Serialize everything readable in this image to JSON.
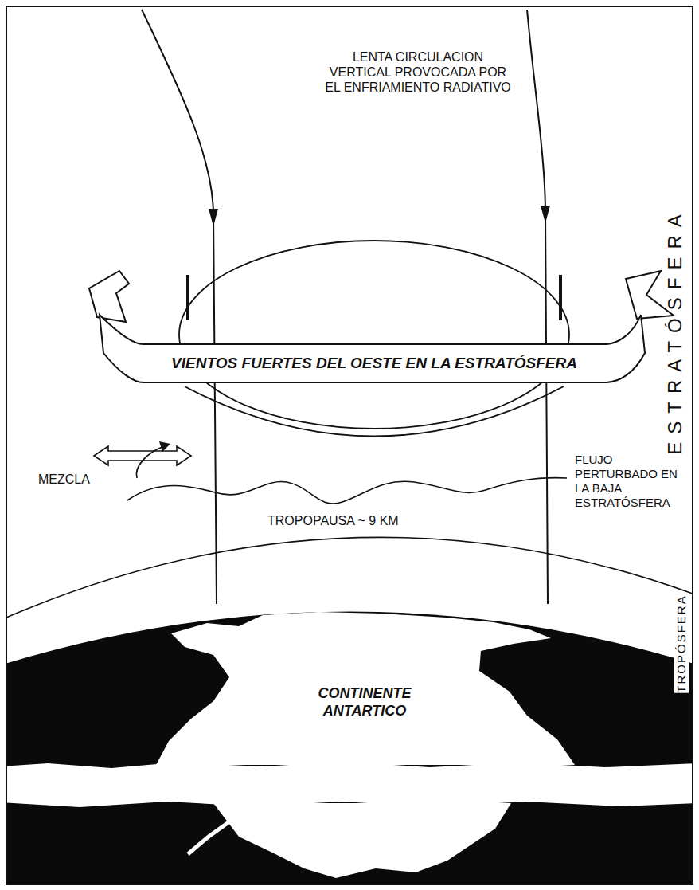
{
  "diagram": {
    "nodes": [
      {
        "text": [
          "VIENTOS FUERTES DEL OESTE EN LA ESTRATÓSFERA"
        ]
      },
      {
        "text": [
          "CONTINENTE ANTARTICO"
        ]
      }
    ],
    "labels": [
      "LENTA CIRCULACION VERTICAL PROVOCADA POR EL ENFRIAMIENTO RADIATIVO",
      "ESTRATÓSFERA",
      "MEZCLA",
      "FLUJO PERTURBADO EN LA BAJA ESTRATÓSFERA",
      "TROPOPAUSA ~ 9 KM",
      "TROPÓSFERA"
    ]
  }
}
